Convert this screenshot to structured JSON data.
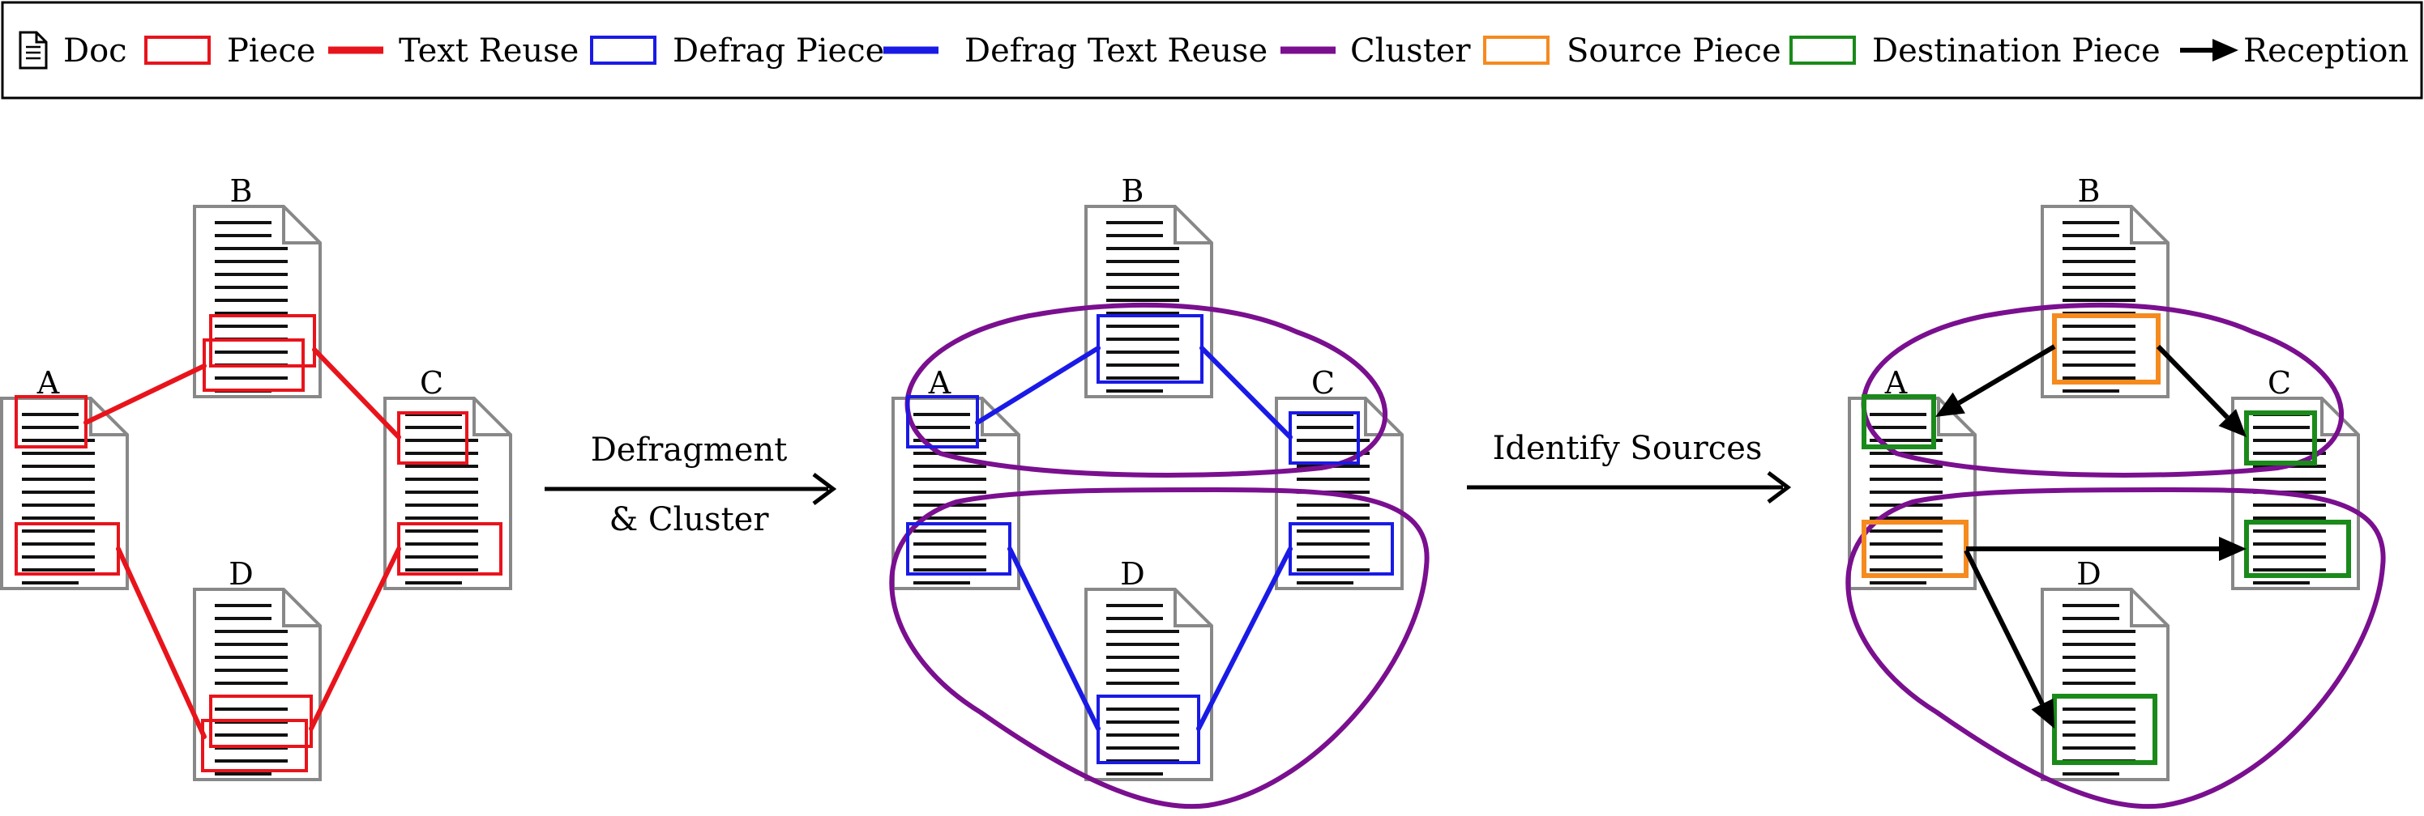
{
  "legend": {
    "items": [
      {
        "kind": "doc",
        "label": "Doc"
      },
      {
        "kind": "piece",
        "label": "Piece",
        "color": "#e8141c"
      },
      {
        "kind": "line",
        "label": "Text Reuse",
        "color": "#e8141c"
      },
      {
        "kind": "piece",
        "label": "Defrag Piece",
        "color": "#1a1ae6"
      },
      {
        "kind": "line",
        "label": "Defrag Text Reuse",
        "color": "#1a1ae6"
      },
      {
        "kind": "line",
        "label": "Cluster",
        "color": "#7a0f8f"
      },
      {
        "kind": "piece",
        "label": "Source Piece",
        "color": "#f58a1f"
      },
      {
        "kind": "piece",
        "label": "Destination Piece",
        "color": "#1a8a1a"
      },
      {
        "kind": "arrow",
        "label": "Reception",
        "color": "#000000"
      }
    ]
  },
  "documents": {
    "A": "A",
    "B": "B",
    "C": "C",
    "D": "D"
  },
  "steps": {
    "defragment_line1": "Defragment",
    "defragment_line2": "& Cluster",
    "identify": "Identify Sources"
  },
  "colors": {
    "doc_border": "#888888",
    "piece": "#e8141c",
    "defrag": "#1a1ae6",
    "cluster": "#7a0f8f",
    "source": "#f58a1f",
    "destination": "#1a8a1a",
    "arrow": "#000000"
  }
}
